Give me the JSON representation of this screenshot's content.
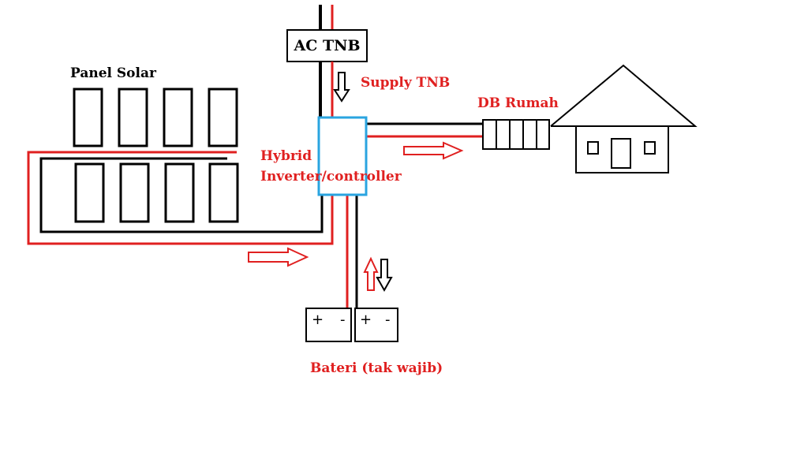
{
  "labels": {
    "ac_tnb": "AC TNB",
    "supply_tnb": "Supply TNB",
    "panel_solar": "Panel Solar",
    "db_rumah": "DB Rumah",
    "hybrid": "Hybrid",
    "inverter_controller": "Inverter/controller",
    "bateri": "Bateri (tak wajib)",
    "battery_plus": "+",
    "battery_minus": "-"
  },
  "colors": {
    "red_wire": "#e02020",
    "black_wire": "#000000",
    "inverter_box": "#2aa4e0",
    "label_red": "#e02020",
    "label_black": "#000000"
  }
}
